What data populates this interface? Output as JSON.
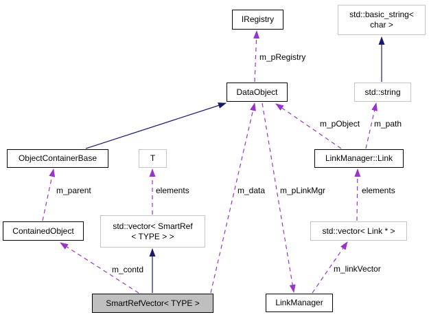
{
  "diagram": {
    "type": "uml-collaboration-graph",
    "colors": {
      "background": "#ffffff",
      "inheritance_edge": "#191970",
      "usage_edge": "#9a32cc",
      "node_border": "#000000",
      "external_node_border": "#c4c4c4",
      "focus_node_fill": "#bfbfbf",
      "text": "#000000"
    },
    "nodes": {
      "iregistry": {
        "label": "IRegistry"
      },
      "basic_string": {
        "lines": [
          "std::basic_string<",
          "char >"
        ]
      },
      "dataobject": {
        "label": "DataObject"
      },
      "std_string": {
        "label": "std::string"
      },
      "objectcontainerbase": {
        "label": "ObjectContainerBase"
      },
      "t": {
        "label": "T"
      },
      "linkmanager_link": {
        "label": "LinkManager::Link"
      },
      "containedobject": {
        "label": "ContainedObject"
      },
      "vector_smartref": {
        "lines": [
          "std::vector< SmartRef",
          "< TYPE > >"
        ]
      },
      "vector_link": {
        "label": "std::vector< Link * >"
      },
      "smartrefvector": {
        "label": "SmartRefVector< TYPE >"
      },
      "linkmanager": {
        "label": "LinkManager"
      }
    },
    "edge_labels": {
      "m_pRegistry": "m_pRegistry",
      "m_pObject": "m_pObject",
      "m_path": "m_path",
      "m_parent": "m_parent",
      "elements_t": "elements",
      "m_data": "m_data",
      "m_pLinkMgr": "m_pLinkMgr",
      "elements_link": "elements",
      "m_contd": "m_contd",
      "m_linkVector": "m_linkVector"
    }
  }
}
